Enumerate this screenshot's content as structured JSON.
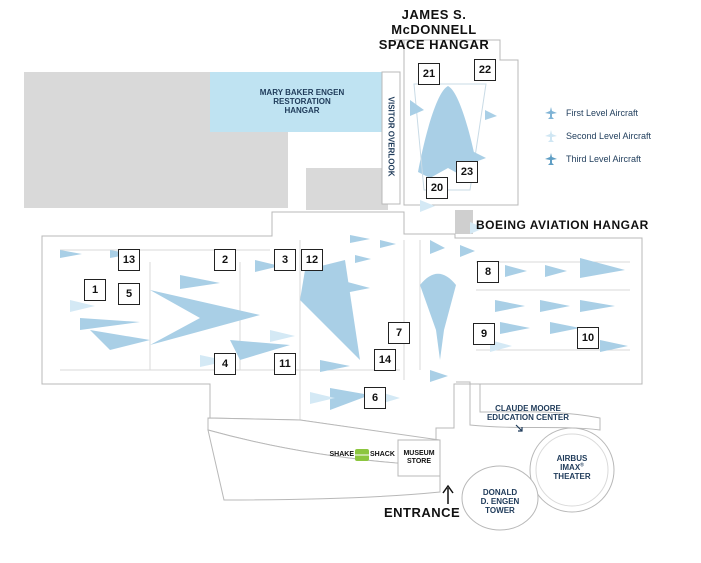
{
  "titles": {
    "space_hangar_line1": "JAMES S. McDONNELL",
    "space_hangar_line2": "SPACE HANGAR",
    "boeing_hangar": "BOEING AVIATION HANGAR",
    "entrance": "ENTRANCE"
  },
  "areas": {
    "restoration_line1": "MARY BAKER ENGEN",
    "restoration_line2": "RESTORATION",
    "restoration_line3": "HANGAR",
    "visitor_overlook": "VISITOR OVERLOOK",
    "education_line1": "CLAUDE MOORE",
    "education_line2": "EDUCATION CENTER",
    "imax_line1": "AIRBUS",
    "imax_line2": "IMAX",
    "imax_line3": "THEATER",
    "tower_line1": "DONALD",
    "tower_line2": "D. ENGEN",
    "tower_line3": "TOWER",
    "store_line1": "MUSEUM",
    "store_line2": "STORE",
    "shake_left": "SHAKE",
    "shake_right": "SHACK"
  },
  "legend": [
    {
      "label": "First Level Aircraft",
      "color": "#7fb3d5"
    },
    {
      "label": "Second Level Aircraft",
      "color": "#cfe6f3"
    },
    {
      "label": "Third Level Aircraft",
      "color": "#5f9ec4"
    }
  ],
  "markers": [
    "1",
    "2",
    "3",
    "4",
    "5",
    "6",
    "7",
    "8",
    "9",
    "10",
    "11",
    "12",
    "13",
    "14",
    "20",
    "21",
    "22",
    "23"
  ],
  "colors": {
    "gray_building": "#d9d9d9",
    "restoration_fill": "#bfe3f2",
    "outline": "#b8b8b8",
    "aircraft": "#a9cfe6",
    "text_blue": "#1f3b5a"
  }
}
